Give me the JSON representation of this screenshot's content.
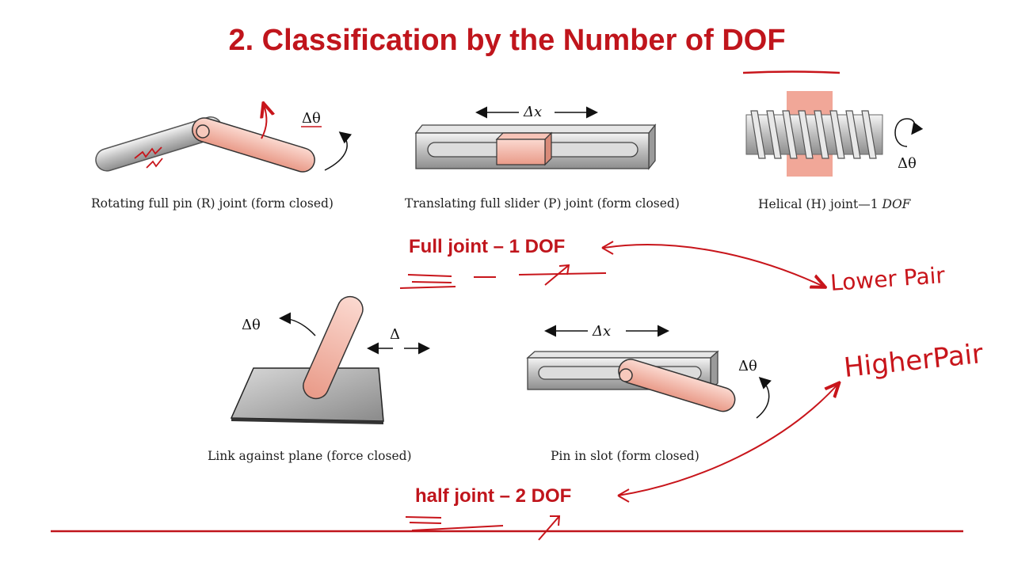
{
  "slide": {
    "title": "2. Classification by the Number of DOF"
  },
  "figures": [
    {
      "caption": "Rotating full pin (R) joint (form closed)",
      "symbol": "Δθ"
    },
    {
      "caption": "Translating full slider (P) joint (form closed)",
      "symbol": "Δx"
    },
    {
      "caption_main": "Helical (H) joint—1 ",
      "caption_italic": "DOF",
      "symbol": "Δθ"
    },
    {
      "caption": "Link against plane (force closed)",
      "symbol_rot": "Δθ",
      "symbol_trans": "Δ"
    },
    {
      "caption": "Pin in slot (form closed)",
      "symbol_rot": "Δθ",
      "symbol_trans": "Δx"
    }
  ],
  "labels": {
    "full_joint": "Full joint –  1 DOF",
    "half_joint": "half joint –  2 DOF"
  },
  "annotations": {
    "lower_pair": "Lower Pair",
    "higher_pair": "HigherPair"
  },
  "colors": {
    "accent_red": "#c0151c",
    "link_fill": "#f2b3a6",
    "metal": "#c9c9c9"
  }
}
